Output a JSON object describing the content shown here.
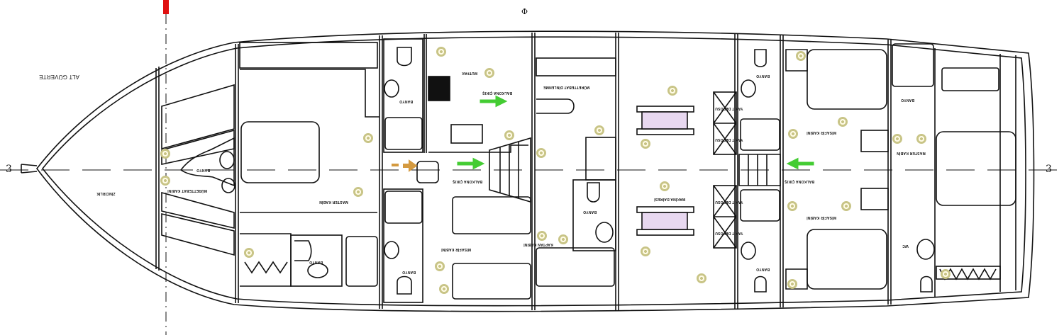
{
  "drawing": {
    "title": "ALT GÜVERTE",
    "orientation": "rotated 180°",
    "centerline_marker_left": "3",
    "centerline_marker_right": "3",
    "top_symbol": "Φ",
    "colors": {
      "line": "#111111",
      "light_fixture": "#c8c486",
      "arrow_green": "#44cc33",
      "arrow_orange": "#d49a40",
      "marker_red": "#e01010",
      "engine_purple": "#a020a0"
    }
  },
  "labels": {
    "deck": "ALT GÜVERTE",
    "chain_locker": "ZİNCİRLİK",
    "crew_cabin": "MÜRETTEBAT KABİNİ",
    "bath_fwd": "BANYO",
    "master_cabin": "MASTER KABİN",
    "bath_master_top": "BANYO",
    "bath_master_bottom": "BANYO",
    "galley": "MUTFAK",
    "balcony_exit_1": "BALKONA ÇIKIŞ",
    "balcony_exit_2": "BALKONA ÇIKIŞ",
    "guest_cabin_fwd": "MİSAFİR KABİNİ",
    "bath_guest_fwd": "BANYO",
    "crew_rest": "MÜRETTEBAT DİNLENME",
    "captain_cabin": "KAPTAN KABİNİ",
    "bath_captain": "BANYO",
    "engine_room": "MAKİNA DAİRESİ",
    "fuel_tank_1": "YAKIT DEPOSU",
    "fuel_tank_2": "YAKIT DEPOSU",
    "fuel_tank_3": "YAKIT DEPOSU",
    "fuel_tank_4": "YAKIT DEPOSU",
    "bath_aft_top": "BANYO",
    "bath_aft_bottom": "BANYO",
    "guest_cabin_aft_top": "MİSAFİR KABİNİ",
    "guest_cabin_aft_bottom": "MİSAFİR KABİNİ",
    "balcony_exit_3": "BALKONA ÇIKIŞ",
    "bath_master_aft": "BANYO",
    "master_cabin_aft": "MASTER KABİN",
    "wc": "WC"
  }
}
